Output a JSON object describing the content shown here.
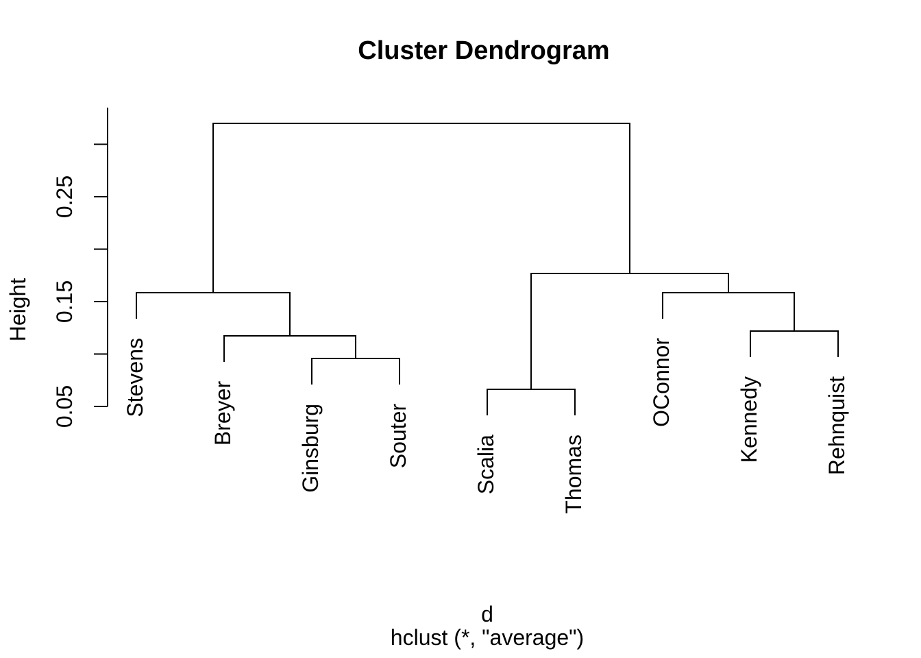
{
  "figure": {
    "title": "Cluster Dendrogram",
    "y_axis_title": "Height",
    "caption_line1": "d",
    "caption_line2": "hclust (*, \"average\")"
  },
  "chart_data": {
    "type": "dendrogram",
    "title": "Cluster Dendrogram",
    "ylabel": "Height",
    "xlabel": "d",
    "subtitle": "hclust (*, \"average\")",
    "linkage_method": "average",
    "leaves": [
      "Stevens",
      "Breyer",
      "Ginsburg",
      "Souter",
      "Scalia",
      "Thomas",
      "OConnor",
      "Kennedy",
      "Rehnquist"
    ],
    "merges": [
      {
        "name": "Ginsburg+Souter",
        "left": "Ginsburg",
        "right": "Souter",
        "height": 0.0958
      },
      {
        "name": "Breyer+(Ginsburg,Souter)",
        "left": "Breyer",
        "right": "Ginsburg+Souter",
        "height": 0.1174
      },
      {
        "name": "Stevens+(Breyer,Ginsburg,Souter)",
        "left": "Stevens",
        "right": "Breyer+(Ginsburg,Souter)",
        "height": 0.1585
      },
      {
        "name": "Scalia+Thomas",
        "left": "Scalia",
        "right": "Thomas",
        "height": 0.0663
      },
      {
        "name": "Kennedy+Rehnquist",
        "left": "Kennedy",
        "right": "Rehnquist",
        "height": 0.1219
      },
      {
        "name": "OConnor+(Kennedy,Rehnquist)",
        "left": "OConnor",
        "right": "Kennedy+Rehnquist",
        "height": 0.1585
      },
      {
        "name": "(Scalia,Thomas)+(OConnor,Kennedy,Rehnquist)",
        "left": "Scalia+Thomas",
        "right": "OConnor+(Kennedy,Rehnquist)",
        "height": 0.1768
      },
      {
        "name": "root",
        "left": "Stevens+(Breyer,Ginsburg,Souter)",
        "right": "(Scalia,Thomas)+(OConnor,Kennedy,Rehnquist)",
        "height": 0.32
      }
    ],
    "ylim": [
      0.05,
      0.335
    ],
    "yticks": [
      {
        "value": 0.05,
        "label": "0.05"
      },
      {
        "value": 0.1,
        "label": ""
      },
      {
        "value": 0.15,
        "label": "0.15"
      },
      {
        "value": 0.2,
        "label": ""
      },
      {
        "value": 0.25,
        "label": "0.25"
      },
      {
        "value": 0.3,
        "label": ""
      }
    ],
    "leaf_hang": 0.0248,
    "grid": false,
    "legend": false,
    "colors": {
      "line": "#000000",
      "text": "#000000",
      "background": "#ffffff"
    }
  }
}
